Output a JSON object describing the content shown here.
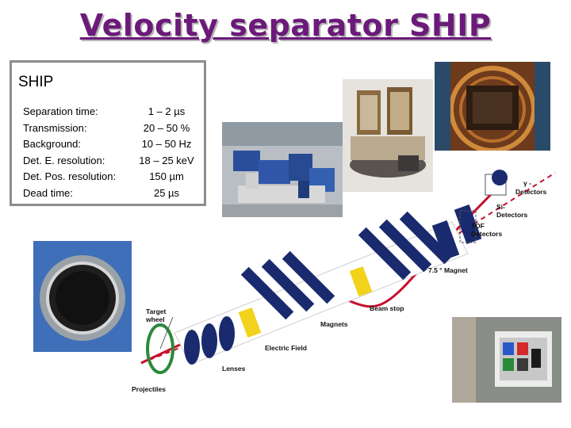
{
  "slide": {
    "title": "Velocity separator SHIP",
    "info_box": {
      "heading": "SHIP",
      "specs": [
        {
          "label": "Separation time:",
          "value": "1 – 2 µs"
        },
        {
          "label": "Transmission:",
          "value": "20 – 50 %"
        },
        {
          "label": "Background:",
          "value": "10 – 50 Hz"
        },
        {
          "label": "Det. E. resolution:",
          "value": "18 – 25 keV"
        },
        {
          "label": "Det. Pos. resolution:",
          "value": "150 µm"
        },
        {
          "label": "Dead time:",
          "value": "25 µs"
        }
      ]
    },
    "diagram_labels": {
      "gamma_detectors": "γ -",
      "gamma_detectors_2": "Detectors",
      "si_detectors": "Si-",
      "si_detectors_2": "Detectors",
      "tof_detectors": "TOF",
      "tof_detectors_2": "Detectors",
      "magnet": "7.5 ° Magnet",
      "beam_stop": "Beam stop",
      "magnets": "Magnets",
      "target_wheel": "Target",
      "target_wheel_2": "wheel",
      "electric_field": "Electric Field",
      "lenses": "Lenses",
      "projectiles": "Projectiles"
    },
    "colors": {
      "title": "#6b1a7a",
      "magnet_blue": "#1a2a6e",
      "field_yellow": "#f2d21a",
      "beam_red": "#c8102e"
    }
  }
}
